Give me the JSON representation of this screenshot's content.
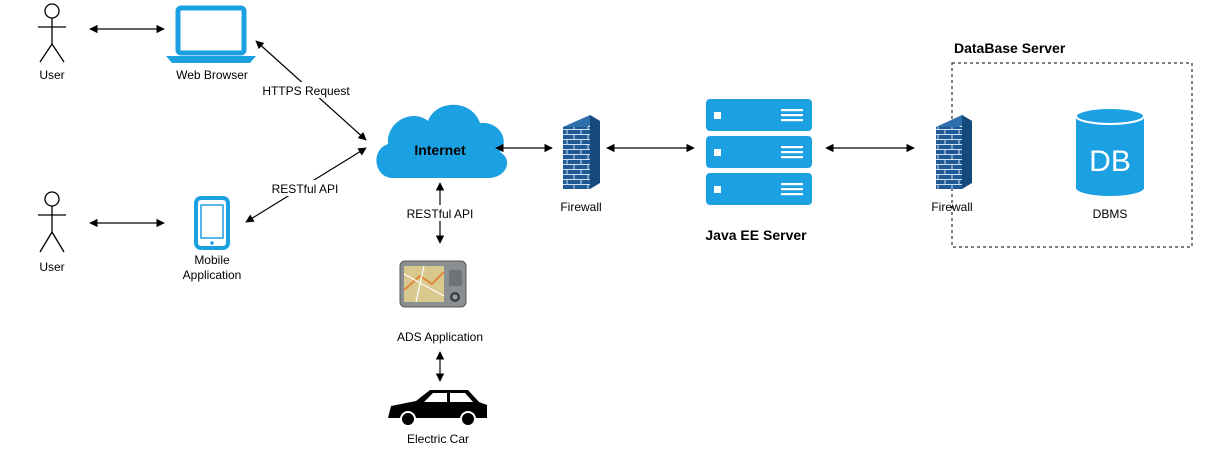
{
  "nodes": {
    "user_top": {
      "label": "User",
      "icon": "stick-figure-icon"
    },
    "user_bottom": {
      "label": "User",
      "icon": "stick-figure-icon"
    },
    "web_browser": {
      "label": "Web Browser",
      "icon": "laptop-icon"
    },
    "mobile_app": {
      "label_line1": "Mobile",
      "label_line2": "Application",
      "icon": "smartphone-icon"
    },
    "internet": {
      "label": "Internet",
      "icon": "cloud-icon"
    },
    "ads_app": {
      "label": "ADS Application",
      "icon": "navigation-device-icon"
    },
    "electric_car": {
      "label": "Electric Car",
      "icon": "car-icon"
    },
    "firewall_1": {
      "label": "Firewall",
      "icon": "firewall-icon"
    },
    "java_server": {
      "label": "Java EE Server",
      "icon": "server-rack-icon"
    },
    "firewall_2": {
      "label": "Firewall",
      "icon": "firewall-icon"
    },
    "dbms": {
      "label": "DBMS",
      "icon_text": "DB",
      "icon": "database-icon"
    },
    "db_server": {
      "label": "DataBase Server"
    }
  },
  "edges": {
    "https": "HTTPS Request",
    "restful_mobile": "RESTful API",
    "restful_ads": "RESTful API"
  },
  "colors": {
    "brand_blue": "#1ba1e2",
    "firewall_blue": "#1f5a96",
    "firewall_mortar": "#cfe0f1",
    "server_stripe": "#ffffff",
    "dashed_border": "#000000"
  }
}
